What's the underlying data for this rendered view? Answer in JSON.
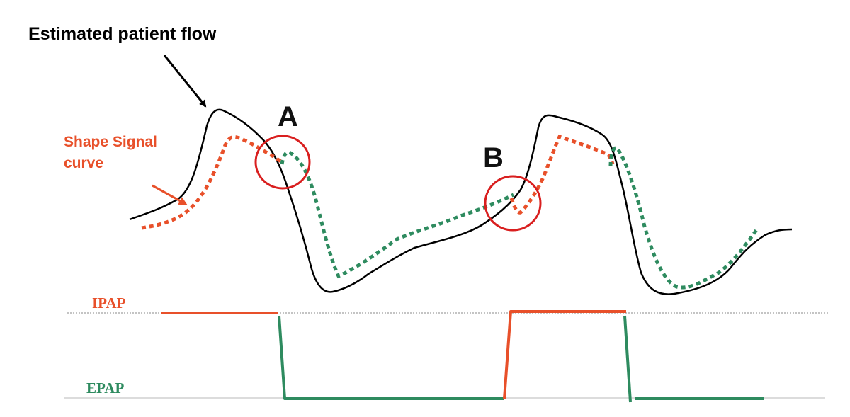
{
  "labels": {
    "flow_title": "Estimated patient  flow",
    "shape_signal_line1": "Shape Signal",
    "shape_signal_line2": "curve",
    "marker_a": "A",
    "marker_b": "B",
    "ipap": "IPAP",
    "epap": "EPAP"
  },
  "colors": {
    "flow_curve": "#000000",
    "shape_signal_inspiratory": "#e8502a",
    "shape_signal_expiratory": "#2e8b5f",
    "ipap": "#e8502a",
    "epap": "#2e8b5f",
    "highlight_circle": "#d91f1f",
    "reference_line": "#b0b0b0"
  }
}
